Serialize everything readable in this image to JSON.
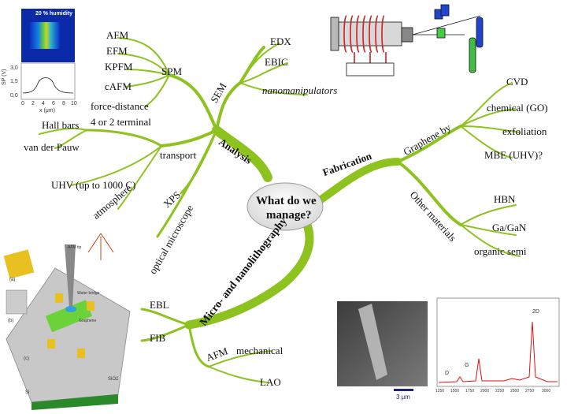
{
  "center": {
    "line1": "What do we",
    "line2": "manage?"
  },
  "branches": {
    "analysis": "Analysis",
    "fabrication": "Fabrication",
    "lithography": "Micro- and nanolithography"
  },
  "analysis": {
    "spm": {
      "label": "SPM",
      "items": [
        "AFM",
        "EFM",
        "KPFM",
        "cAFM",
        "force-distance"
      ]
    },
    "sem": {
      "label": "SEM",
      "items": [
        "EDX",
        "EBIC",
        "nanomanipulators"
      ]
    },
    "transport": {
      "label": "transport",
      "terminal": "4 or 2 terminal",
      "items": [
        "Hall bars",
        "van der Pauw",
        "UHV (up to 1000 C)",
        "atmosphere"
      ]
    },
    "xps": "XPS",
    "optical": "optical microscope"
  },
  "fabrication": {
    "graphene": {
      "label": "Graphene by",
      "items": [
        "CVD",
        "chemical (GO)",
        "exfoliation",
        "MBE (UHV)?"
      ]
    },
    "other": {
      "label": "Other materials",
      "items": [
        "HBN",
        "Ga/GaN",
        "organic semi"
      ]
    }
  },
  "lithography": {
    "ebl": "EBL",
    "fib": "FIB",
    "afm": {
      "label": "AFM",
      "items": [
        "mechanical",
        "LAO"
      ]
    }
  },
  "kpfm_panel": {
    "title": "20 % humidity",
    "ylabel": "SP (V)",
    "xlabel": "x (μm)",
    "yticks": [
      "3,0",
      "1,5",
      "0,0"
    ],
    "xticks": [
      "0",
      "2",
      "4",
      "6",
      "8",
      "10"
    ]
  },
  "device_panel": {
    "labels": [
      "AFM tip",
      "Water bridge",
      "Graphene",
      "SiO2",
      "Si",
      "(a)",
      "(b)",
      "(c)"
    ]
  },
  "sem_panel": {
    "scalebar": "3 μm"
  },
  "raman_panel": {
    "peaks": [
      "D",
      "G",
      "2D"
    ],
    "xticks": [
      "1250",
      "1500",
      "1750",
      "2000",
      "2250",
      "2500",
      "2750",
      "3000"
    ]
  },
  "colors": {
    "branch": "#8dc21f",
    "branch_dark": "#5e8f0a",
    "raman_line": "#e01010"
  }
}
